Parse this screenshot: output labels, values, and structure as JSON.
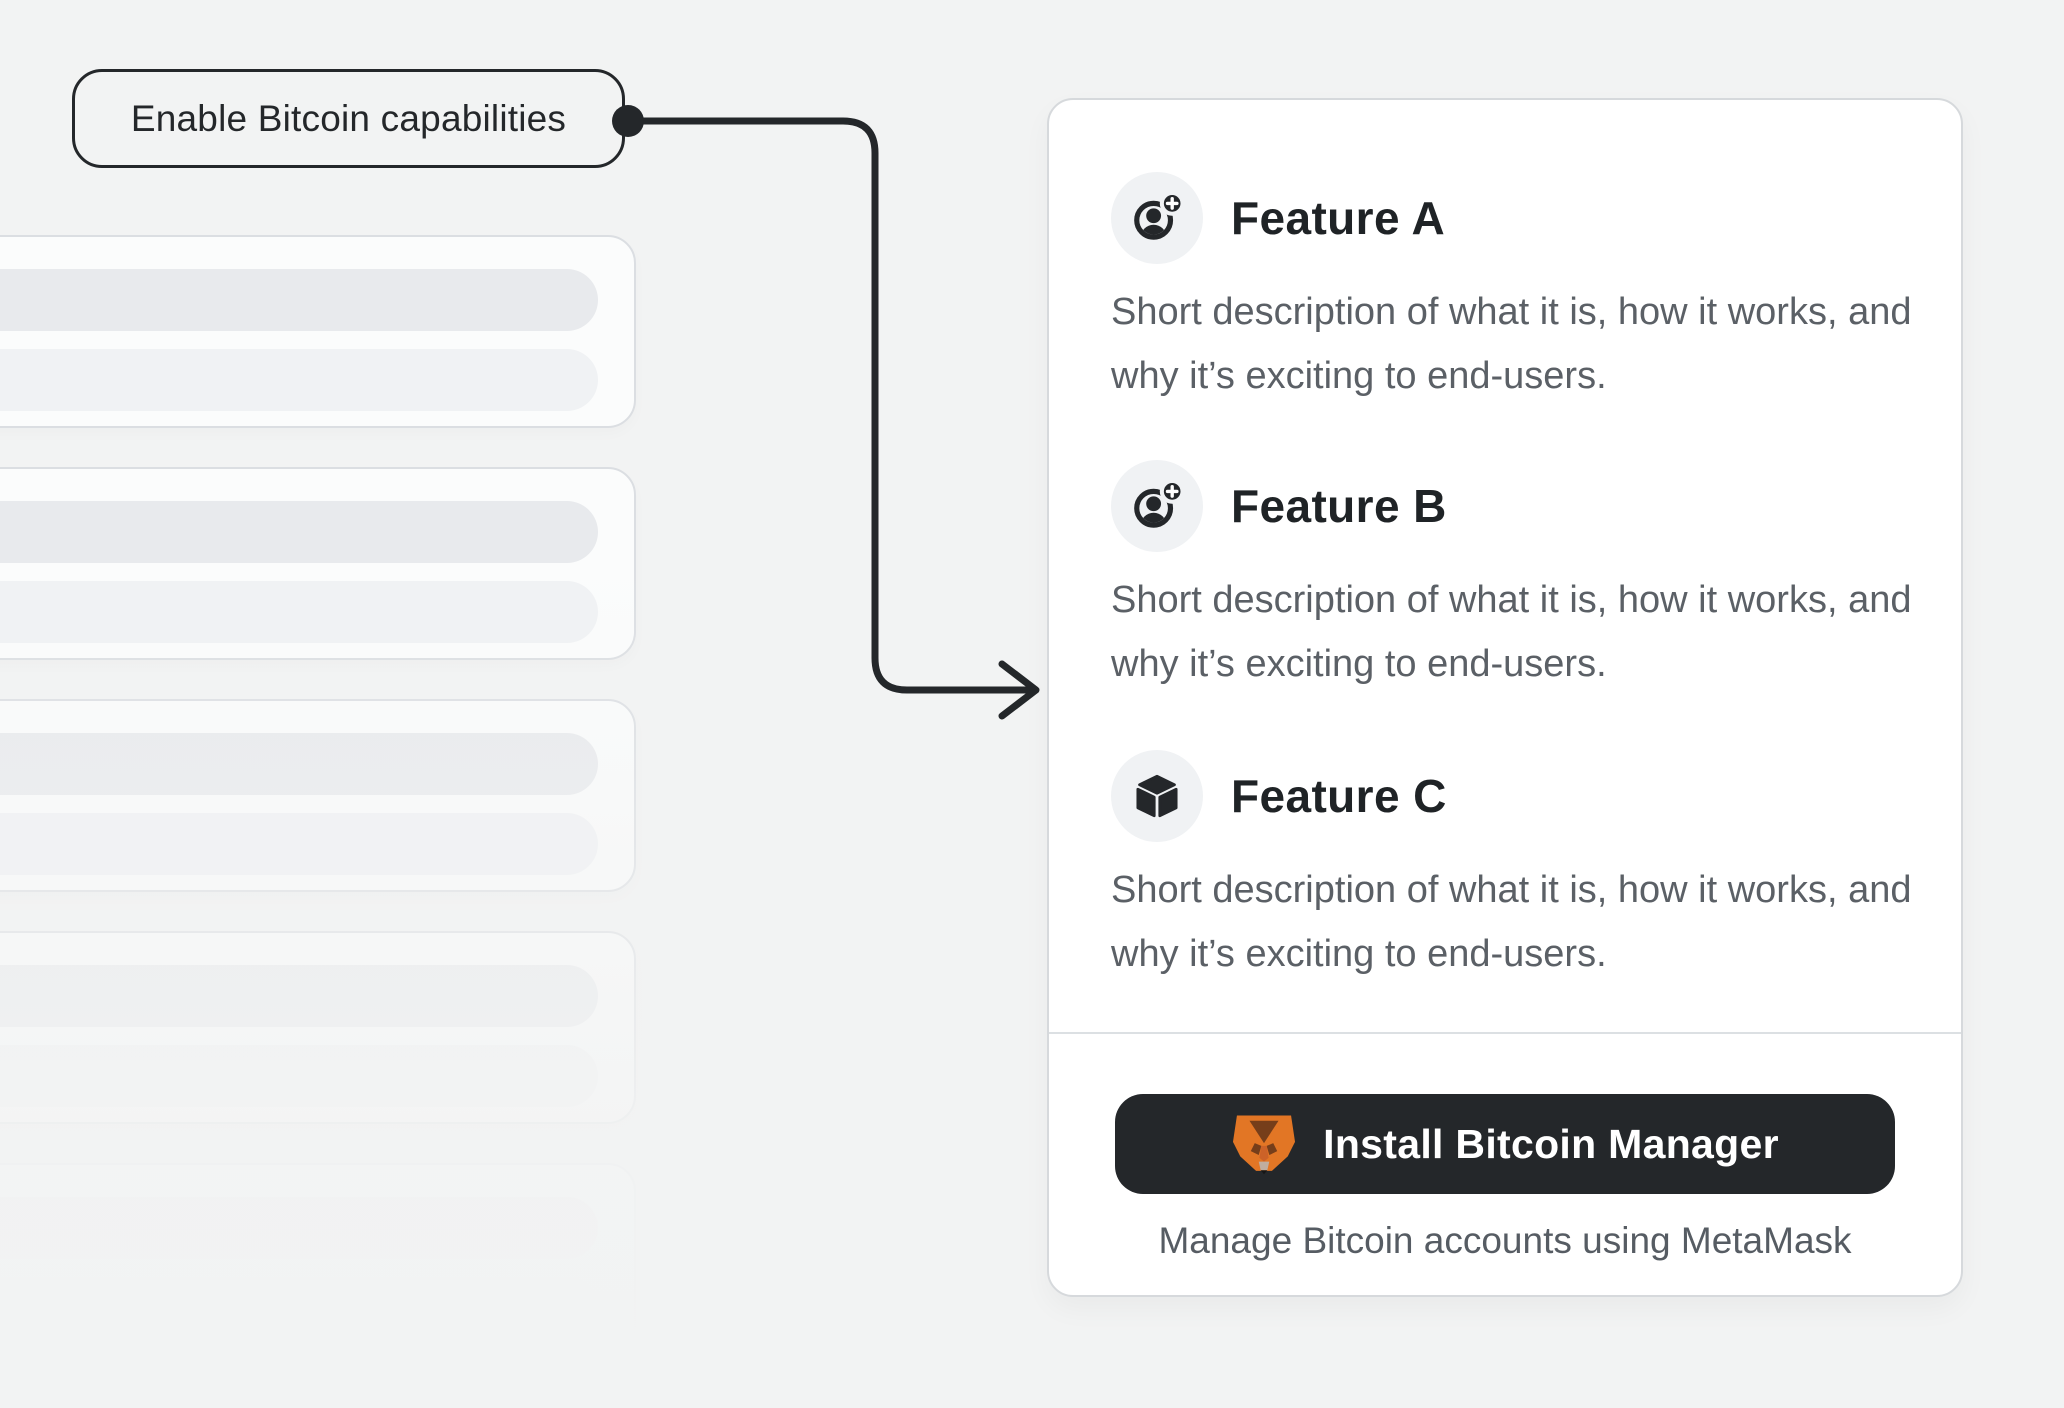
{
  "canvas": {
    "bg": "#f2f3f3"
  },
  "callout": {
    "label": "Enable Bitcoin capabilities"
  },
  "connector": {
    "style": "elbow-arrow-with-dot",
    "color": "#24272a"
  },
  "skeleton_list": {
    "cards": 5,
    "bars_per_card": 2
  },
  "feature_card": {
    "features": [
      {
        "title": "Feature A",
        "icon": "account-add-icon",
        "description": "Short description of what it is, how it works, and why it’s exciting to end-users."
      },
      {
        "title": "Feature B",
        "icon": "account-add-icon",
        "description": "Short description of what it is, how it works, and why it’s exciting to end-users."
      },
      {
        "title": "Feature C",
        "icon": "cube-icon",
        "description": "Short description of what it is, how it works, and why it’s exciting to end-users."
      }
    ],
    "footer": {
      "button_label": "Install Bitcoin Manager",
      "button_icon": "metamask-fox-icon",
      "caption": "Manage Bitcoin accounts using MetaMask"
    }
  },
  "colors": {
    "background": "#f2f3f3",
    "ink": "#24272a",
    "text_secondary": "#5b6066",
    "card_border": "#d6d9dc",
    "badge_bg": "#f0f2f4",
    "button_bg": "#24272a",
    "button_text": "#ffffff",
    "metamask_orange": "#e27625",
    "metamask_brown": "#763e1a"
  }
}
